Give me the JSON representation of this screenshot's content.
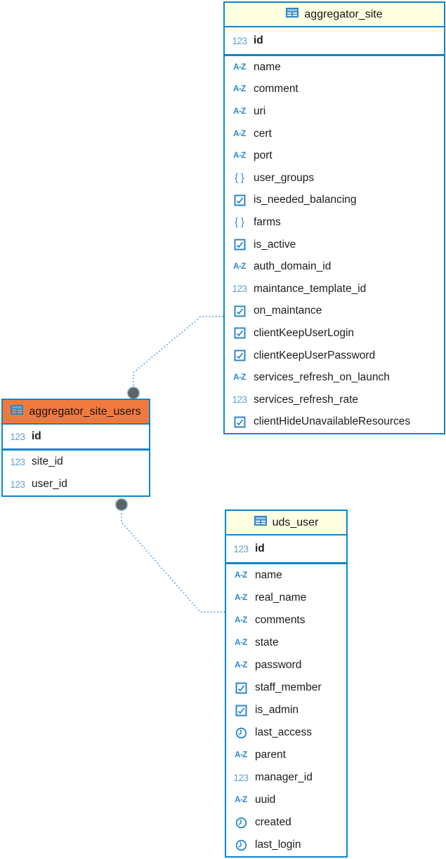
{
  "diagram": {
    "colors": {
      "table_border": "#0d86c8",
      "header_yellow": "#ffffe1",
      "header_orange": "#f2793d",
      "icon_blue": "#2e86c8",
      "numeric_icon_blue": "#5fa0d6",
      "relationship_line": "#58a6da",
      "relationship_dot": "#5e6366"
    },
    "tables": [
      {
        "name": "aggregator_site",
        "header_style": "yellow",
        "primary_key": [
          {
            "name": "id",
            "type": "number"
          }
        ],
        "columns": [
          {
            "name": "name",
            "type": "text"
          },
          {
            "name": "comment",
            "type": "text"
          },
          {
            "name": "uri",
            "type": "text"
          },
          {
            "name": "cert",
            "type": "text"
          },
          {
            "name": "port",
            "type": "text"
          },
          {
            "name": "user_groups",
            "type": "object"
          },
          {
            "name": "is_needed_balancing",
            "type": "boolean"
          },
          {
            "name": "farms",
            "type": "object"
          },
          {
            "name": "is_active",
            "type": "boolean"
          },
          {
            "name": "auth_domain_id",
            "type": "text"
          },
          {
            "name": "maintance_template_id",
            "type": "number"
          },
          {
            "name": "on_maintance",
            "type": "boolean"
          },
          {
            "name": "clientKeepUserLogin",
            "type": "boolean"
          },
          {
            "name": "clientKeepUserPassword",
            "type": "boolean"
          },
          {
            "name": "services_refresh_on_launch",
            "type": "text"
          },
          {
            "name": "services_refresh_rate",
            "type": "number"
          },
          {
            "name": "clientHideUnavailableResources",
            "type": "boolean"
          }
        ]
      },
      {
        "name": "aggregator_site_users",
        "header_style": "orange",
        "primary_key": [
          {
            "name": "id",
            "type": "number"
          }
        ],
        "columns": [
          {
            "name": "site_id",
            "type": "number"
          },
          {
            "name": "user_id",
            "type": "number"
          }
        ]
      },
      {
        "name": "uds_user",
        "header_style": "yellow",
        "primary_key": [
          {
            "name": "id",
            "type": "number"
          }
        ],
        "columns": [
          {
            "name": "name",
            "type": "text"
          },
          {
            "name": "real_name",
            "type": "text"
          },
          {
            "name": "comments",
            "type": "text"
          },
          {
            "name": "state",
            "type": "text"
          },
          {
            "name": "password",
            "type": "text"
          },
          {
            "name": "staff_member",
            "type": "boolean"
          },
          {
            "name": "is_admin",
            "type": "boolean"
          },
          {
            "name": "last_access",
            "type": "datetime"
          },
          {
            "name": "parent",
            "type": "text"
          },
          {
            "name": "manager_id",
            "type": "number"
          },
          {
            "name": "uuid",
            "type": "text"
          },
          {
            "name": "created",
            "type": "datetime"
          },
          {
            "name": "last_login",
            "type": "datetime"
          }
        ]
      }
    ],
    "relationships": [
      {
        "from": "aggregator_site_users",
        "to": "aggregator_site"
      },
      {
        "from": "aggregator_site_users",
        "to": "uds_user"
      }
    ],
    "type_icons": {
      "number": "123",
      "text": "A-Z",
      "object": "{ }",
      "boolean": "checkbox-icon",
      "datetime": "clock-icon"
    }
  }
}
